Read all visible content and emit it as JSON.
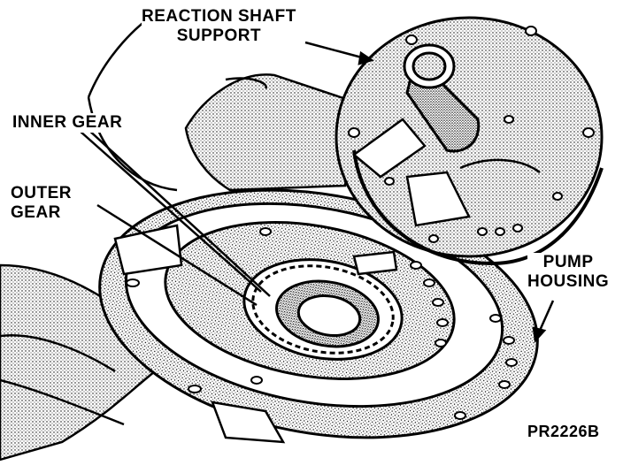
{
  "labels": {
    "reaction_shaft_support": [
      "REACTION SHAFT",
      "SUPPORT"
    ],
    "inner_gear": "INNER GEAR",
    "outer_gear": [
      "OUTER",
      "GEAR"
    ],
    "pump_housing": [
      "PUMP",
      "HOUSING"
    ],
    "figure_code": "PR2226B"
  },
  "colors": {
    "ink": "#000000",
    "paper": "#ffffff",
    "shade": "#bdbdbd"
  }
}
